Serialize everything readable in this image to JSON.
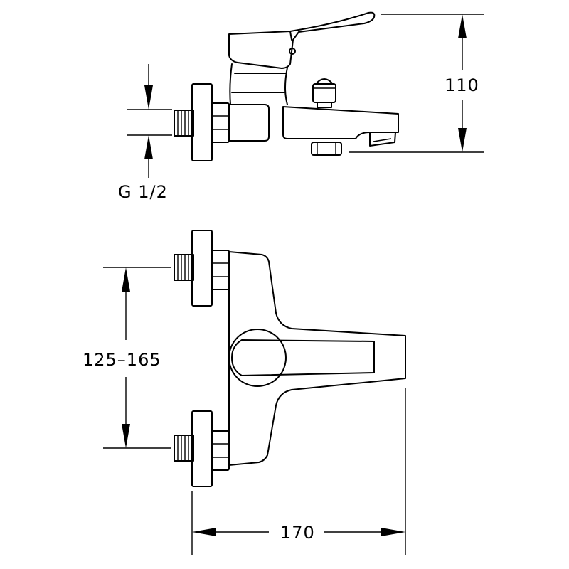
{
  "dimensions": {
    "height_label": "110",
    "thread_label": "G 1/2",
    "spacing_label": "125–165",
    "width_label": "170"
  }
}
